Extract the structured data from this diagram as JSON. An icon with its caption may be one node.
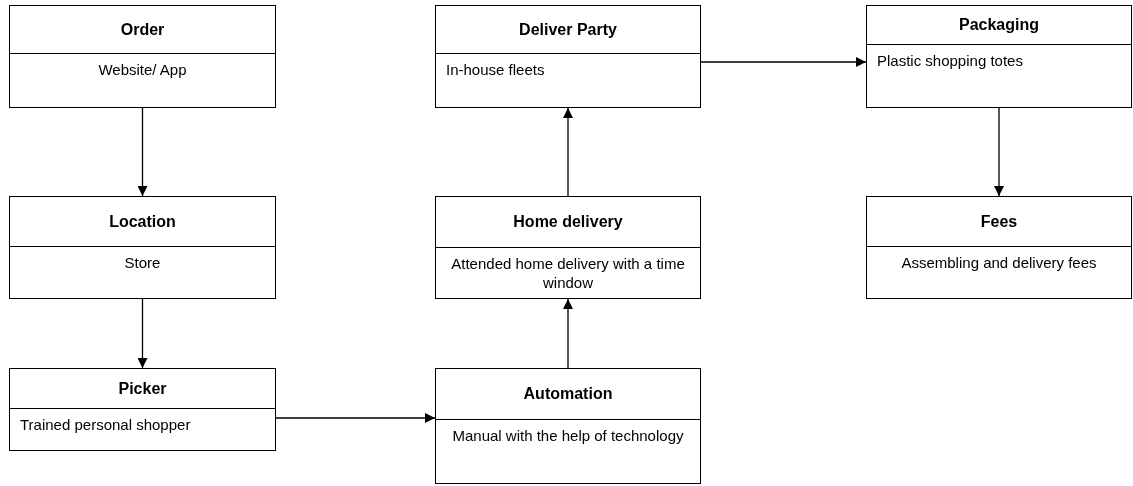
{
  "diagram": {
    "nodes": [
      {
        "text": [
          "Order",
          "Website/ App"
        ]
      },
      {
        "text": [
          "Location",
          "Store"
        ]
      },
      {
        "text": [
          "Picker",
          "Trained personal shopper"
        ]
      },
      {
        "text": [
          "Automation",
          "Manual with the help of technology"
        ]
      },
      {
        "text": [
          "Home delivery",
          "Attended home delivery with a time window"
        ]
      },
      {
        "text": [
          "Deliver Party",
          "In-house fleets"
        ]
      },
      {
        "text": [
          "Packaging",
          "Plastic shopping totes"
        ]
      },
      {
        "text": [
          "Fees",
          "Assembling and delivery fees"
        ]
      }
    ],
    "edges": [
      {
        "from": 0,
        "to": 1,
        "arrow": "to"
      },
      {
        "from": 1,
        "to": 2,
        "arrow": "to"
      },
      {
        "from": 2,
        "to": 3,
        "arrow": "to"
      },
      {
        "from": 3,
        "to": 4,
        "arrow": "to"
      },
      {
        "from": 4,
        "to": 5,
        "arrow": "to"
      },
      {
        "from": 5,
        "to": 6,
        "arrow": "to"
      },
      {
        "from": 6,
        "to": 7,
        "arrow": "to"
      }
    ]
  }
}
